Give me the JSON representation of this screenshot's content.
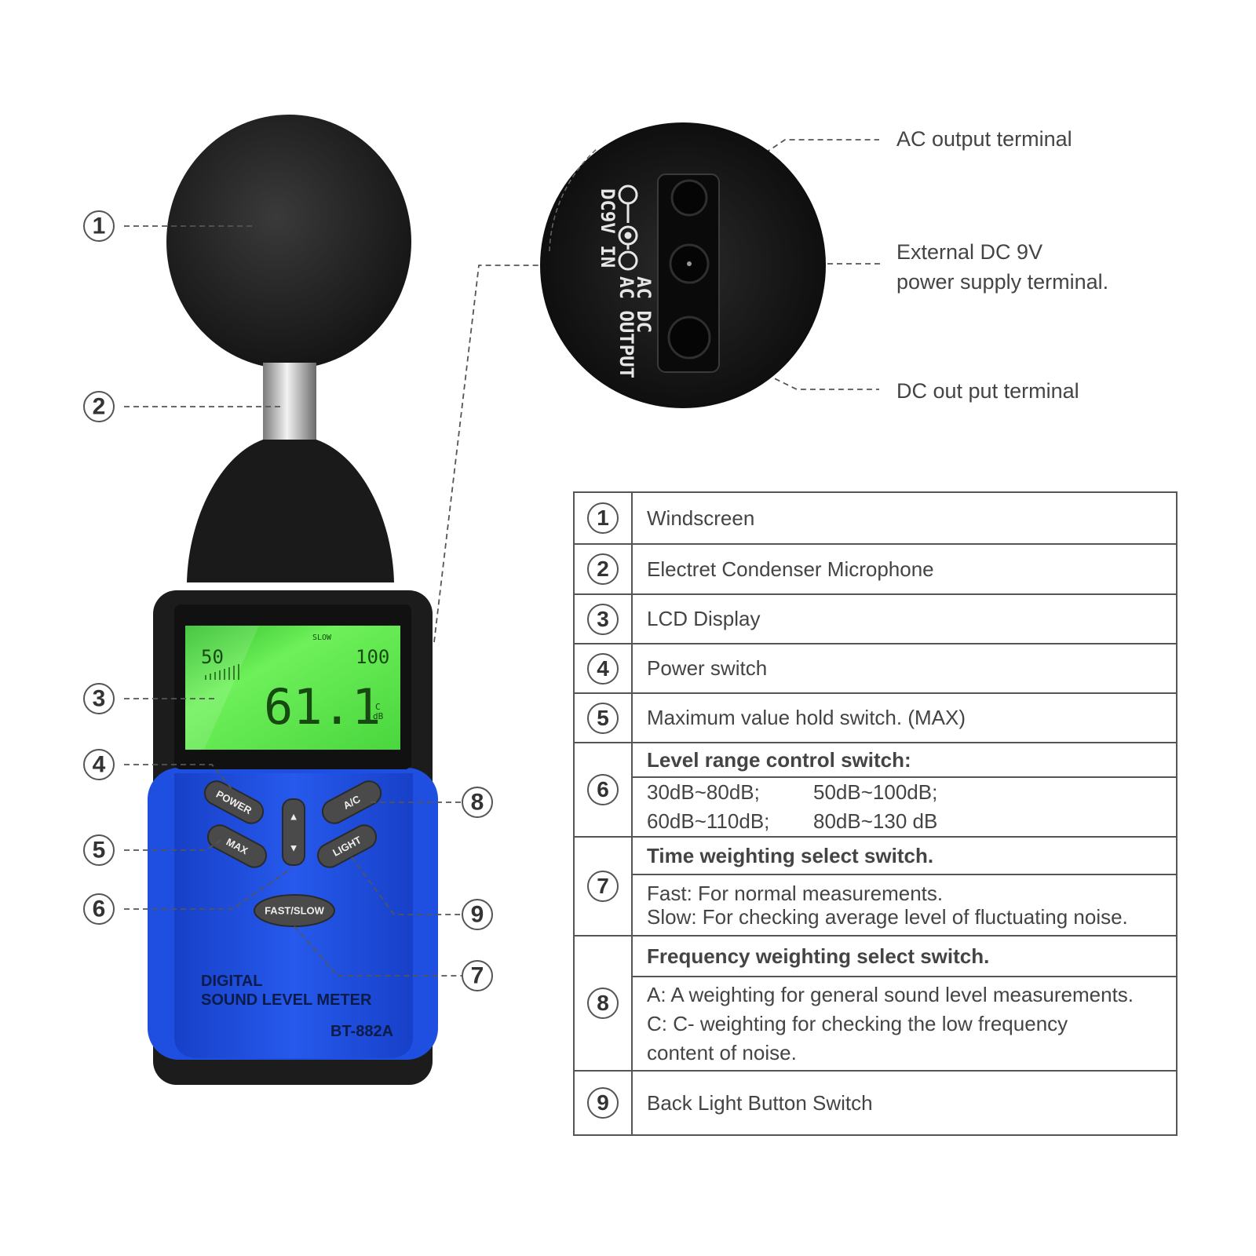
{
  "device": {
    "brand_line1": "DIGITAL",
    "brand_line2": "SOUND LEVEL METER",
    "model": "BT-882A",
    "buttons": {
      "power": "POWER",
      "max": "MAX",
      "ac": "A/C",
      "light": "LIGHT",
      "fastslow": "FAST/SLOW",
      "up": "▲",
      "down": "▼"
    },
    "lcd": {
      "reading": "61.1",
      "scale_low": "50",
      "scale_high": "100",
      "mode": "SLOW",
      "weighting": "C",
      "unit": "dB"
    }
  },
  "callouts": {
    "left": [
      "1",
      "2",
      "3",
      "4",
      "5",
      "6"
    ],
    "right": [
      "8",
      "9",
      "7"
    ]
  },
  "inset": {
    "panel_label_1": "DC9V IN",
    "panel_label_2": "AC  OUTPUT",
    "panel_label_3": "AC  DC",
    "ac_output": "AC output terminal",
    "external_dc_line1": "External DC 9V",
    "external_dc_line2": "power supply terminal.",
    "dc_output": "DC out put terminal"
  },
  "table": {
    "rows": [
      {
        "num": "1",
        "text": "Windscreen"
      },
      {
        "num": "2",
        "text": "Electret Condenser Microphone"
      },
      {
        "num": "3",
        "text": "LCD Display"
      },
      {
        "num": "4",
        "text": "Power switch"
      },
      {
        "num": "5",
        "text": "Maximum value hold switch. (MAX)"
      },
      {
        "num": "6",
        "heading": "Level range control switch:",
        "range1": "30dB~80dB;",
        "range2": "50dB~100dB;",
        "range3": "60dB~110dB;",
        "range4": "80dB~130 dB"
      },
      {
        "num": "7",
        "heading": "Time weighting select switch.",
        "line1": "Fast: For normal measurements.",
        "line2": "Slow: For checking average level of fluctuating noise."
      },
      {
        "num": "8",
        "heading": "Frequency weighting select switch.",
        "line1": "A: A weighting for general sound level measurements.",
        "line2": "C: C- weighting for checking the low frequency",
        "line3": "content of noise."
      },
      {
        "num": "9",
        "text": "Back Light Button Switch"
      }
    ]
  },
  "colors": {
    "body_blue": "#1f4fe0",
    "body_black": "#1c1c1c",
    "lcd_green": "#56e04a",
    "line_gray": "#555555"
  }
}
